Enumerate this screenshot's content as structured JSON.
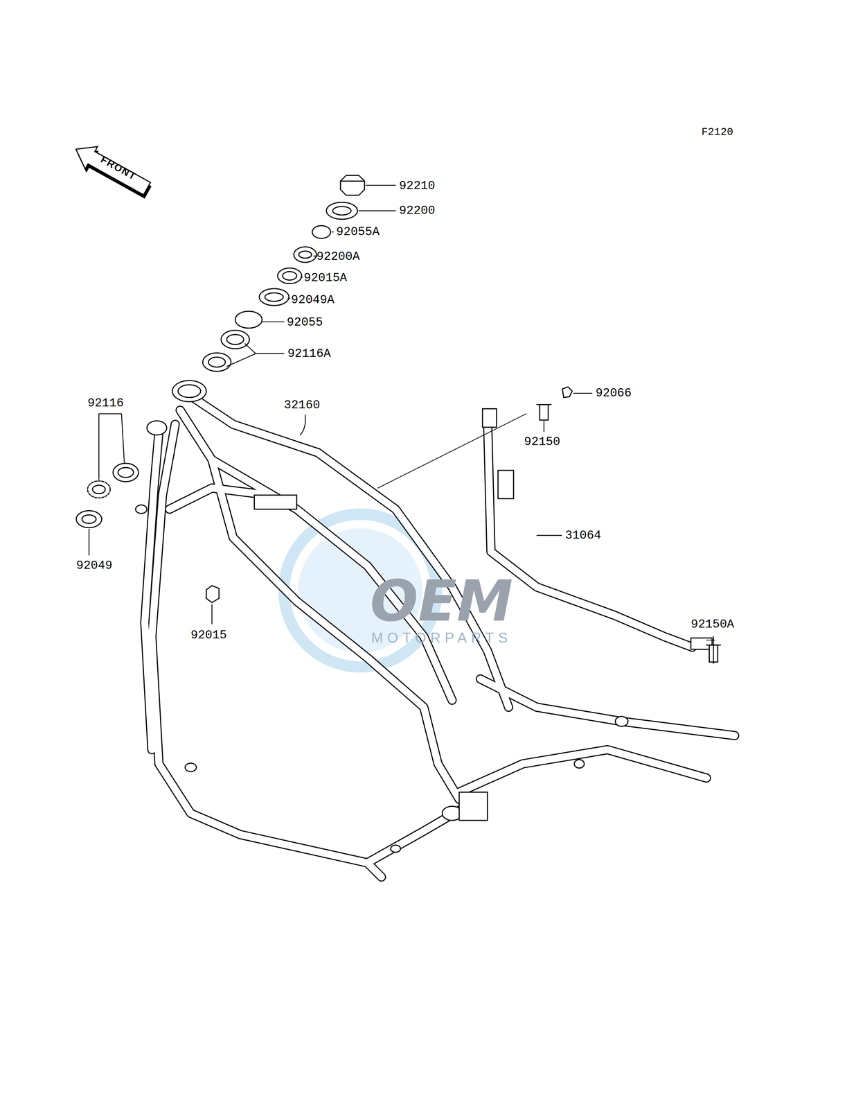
{
  "diagram": {
    "labels": [
      "F2120",
      "FRONT",
      "92210",
      "92200",
      "92055A",
      "92200A",
      "92015A",
      "92049A",
      "92055",
      "92116A",
      "92116",
      "32160",
      "92066",
      "92150",
      "31064",
      "92049",
      "92015",
      "92150A",
      "OEM",
      "MOTORPARTS"
    ]
  }
}
